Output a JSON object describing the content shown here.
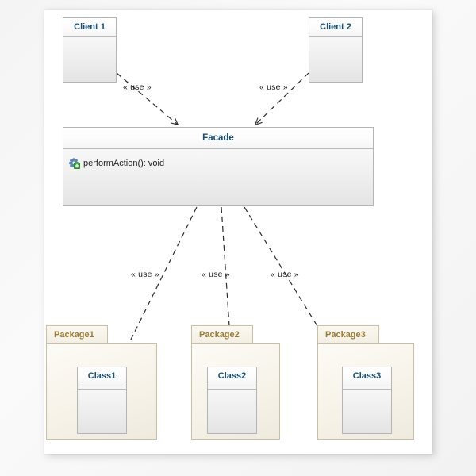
{
  "diagram": {
    "kind": "uml-class-diagram",
    "pattern": "Facade",
    "background_color": "#f4f4f4",
    "canvas_color": "#ffffff",
    "title_text_color": "#1b4f72",
    "package_text_color": "#9a7b34",
    "connector_color": "#2b2b2b",
    "box_border_color": "#b4b4b4",
    "package_border_color": "#c9bfa4"
  },
  "clients": [
    {
      "name": "Client 1",
      "id": "client1"
    },
    {
      "name": "Client 2",
      "id": "client2"
    }
  ],
  "facade": {
    "name": "Facade",
    "members": [
      {
        "icon": "method-gear-icon",
        "visibility": "public",
        "text": "performAction(): void"
      }
    ]
  },
  "packages": [
    {
      "name": "Package1",
      "class": {
        "name": "Class1"
      }
    },
    {
      "name": "Package2",
      "class": {
        "name": "Class2"
      }
    },
    {
      "name": "Package3",
      "class": {
        "name": "Class3"
      }
    }
  ],
  "dependencies": {
    "stereotype": "« use »",
    "edges": [
      {
        "from": "Client 1",
        "to": "Facade",
        "label": "« use »"
      },
      {
        "from": "Client 2",
        "to": "Facade",
        "label": "« use »"
      },
      {
        "from": "Facade",
        "to": "Class1",
        "label": "« use »"
      },
      {
        "from": "Facade",
        "to": "Class2",
        "label": "« use »"
      },
      {
        "from": "Facade",
        "to": "Class3",
        "label": "« use »"
      }
    ]
  }
}
